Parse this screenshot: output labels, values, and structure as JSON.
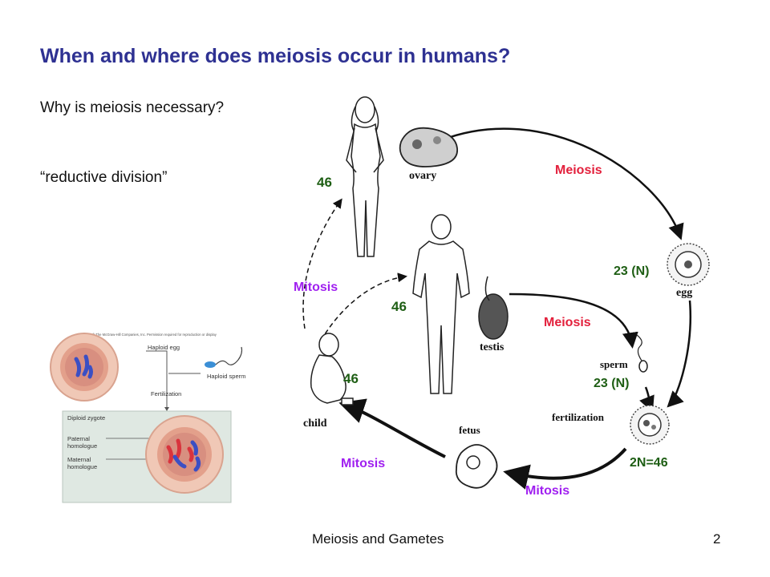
{
  "slide": {
    "title": "When and where does meiosis occur in humans?",
    "question_1": "Why is meiosis necessary?",
    "question_2": "“reductive division”",
    "footer_title": "Meiosis and Gametes",
    "page_number": "2"
  },
  "inset_figure": {
    "copyright": "Copyright © The McGraw-Hill Companies, Inc. Permission required for reproduction or display",
    "haploid_egg": "Haploid egg",
    "haploid_sperm": "Haploid sperm",
    "fertilization": "Fertilization",
    "diploid_zygote": "Diploid zygote",
    "paternal_1": "Paternal",
    "paternal_2": "homologue",
    "maternal_1": "Maternal",
    "maternal_2": "homologue"
  },
  "cycle_diagram": {
    "female_count": "46",
    "male_count": "46",
    "child_count": "46",
    "ovary": "ovary",
    "testis": "testis",
    "egg": "egg",
    "sperm": "sperm",
    "child": "child",
    "fetus": "fetus",
    "fertilization": "fertilization",
    "meiosis_top": "Meiosis",
    "meiosis_mid": "Meiosis",
    "egg_count": "23 (N)",
    "sperm_count": "23 (N)",
    "zygote_count": "2N=46",
    "mitosis_left": "Mitosis",
    "mitosis_bottom_left": "Mitosis",
    "mitosis_bottom_right": "Mitosis"
  },
  "colors": {
    "title": "#2e3192",
    "count_green": "#1e5e14",
    "meiosis_red": "#e3203c",
    "mitosis_purple": "#a020f0"
  }
}
